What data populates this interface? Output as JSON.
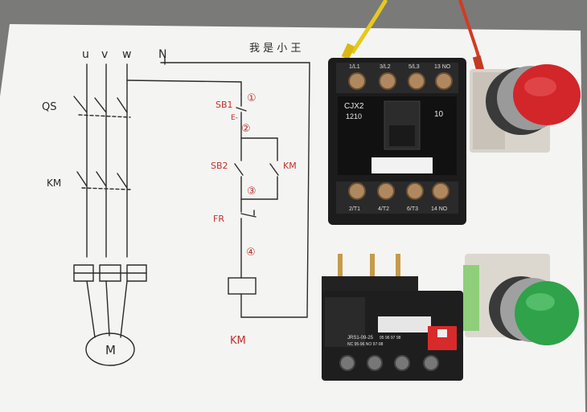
{
  "photo": {
    "paper_color": "#f4f4f2",
    "table_color": "#7a7a78",
    "ink_color": "#2a2a2a",
    "red_ink_color": "#c0302a"
  },
  "sketch": {
    "phase_labels": [
      "u",
      "v",
      "w",
      "N"
    ],
    "title_scribble": "我 是 小 王",
    "qs_label": "QS",
    "km_label": "KM",
    "motor_label": "M",
    "control_labels": {
      "sb1": "SB1",
      "sb1_sub": "E-",
      "sb2": "SB2",
      "km_contact": "KM",
      "fr": "FR",
      "coil": "KM"
    },
    "node_markers": [
      "①",
      "②",
      "③",
      "④"
    ]
  },
  "contactor": {
    "model": "CJX2",
    "rating": "1210",
    "aux": "10",
    "top_terminals": [
      "1/L1",
      "3/L2",
      "5/L3",
      "13 NO"
    ],
    "bottom_terminals": [
      "2/T1",
      "4/T2",
      "6/T3",
      "14 NO"
    ],
    "body_color": "#1c1c1c",
    "window_color": "#f2f2f2"
  },
  "overload_relay": {
    "model": "JRS1-09-25",
    "line1": "95   96   97   98",
    "line2": "NC 95-96  NO 97-98",
    "reset_color": "#d82a2a"
  },
  "buttons": [
    {
      "name": "stop",
      "color": "#d2262a"
    },
    {
      "name": "start",
      "color": "#2fa24a"
    }
  ],
  "wires": [
    {
      "name": "yellow",
      "color": "#e7c91d"
    },
    {
      "name": "red",
      "color": "#d23b24"
    }
  ]
}
